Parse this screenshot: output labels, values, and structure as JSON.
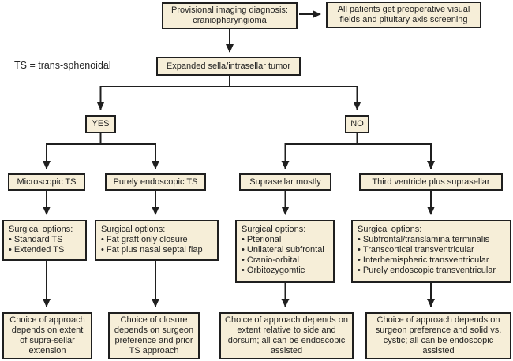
{
  "figure": {
    "legend": "TS = trans-sphenoidal"
  },
  "nodes": {
    "provisional": "Provisional imaging diagnosis: craniopharyngioma",
    "screening": "All patients get preoperative visual fields and pituitary axis screening",
    "expanded_sella": "Expanded sella/intrasellar tumor",
    "yes": "YES",
    "no": "NO"
  },
  "columns": [
    {
      "category": "Microscopic TS",
      "options_title": "Surgical options:",
      "options": [
        "Standard TS",
        "Extended TS"
      ],
      "outcome": "Choice of approach depends on extent of supra-sellar extension"
    },
    {
      "category": "Purely endoscopic TS",
      "options_title": "Surgical options:",
      "options": [
        "Fat graft only closure",
        "Fat plus nasal septal flap"
      ],
      "outcome": "Choice of closure depends on surgeon preference and prior TS approach"
    },
    {
      "category": "Suprasellar mostly",
      "options_title": "Surgical options:",
      "options": [
        "Pterional",
        "Unilateral subfrontal",
        "Cranio-orbital",
        "Orbitozygomtic"
      ],
      "outcome": "Choice of approach depends on extent relative to side and dorsum; all can be endoscopic assisted"
    },
    {
      "category": "Third ventricle plus suprasellar",
      "options_title": "Surgical options:",
      "options": [
        "Subfrontal/translamina terminalis",
        "Transcortical transventricular",
        "Interhemispheric transventricular",
        "Purely endoscopic transventricular"
      ],
      "outcome": "Choice of approach depends on surgeon preference and solid vs. cystic; all can be endoscopic assisted"
    }
  ],
  "colors": {
    "box_fill": "#f6eed8",
    "box_border": "#1f1f1f",
    "line": "#1f1f1f",
    "text": "#222222",
    "background": "#ffffff"
  }
}
